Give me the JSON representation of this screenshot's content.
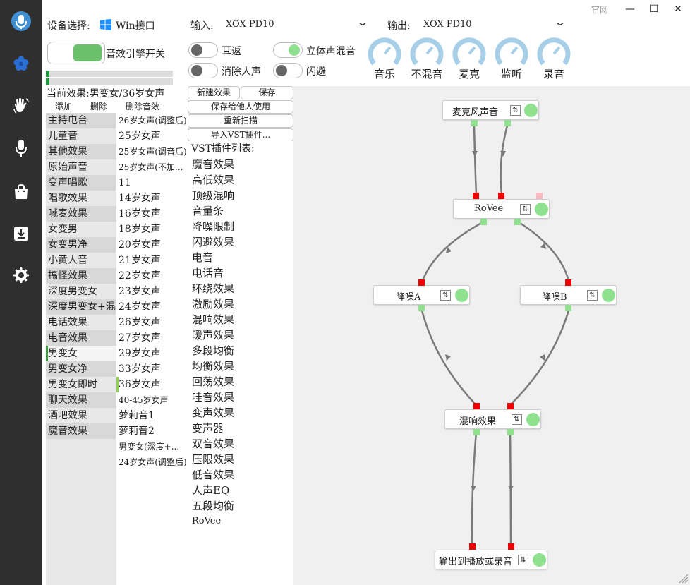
{
  "window": {
    "official_site": "官网",
    "minimize": "—",
    "maximize": "☐",
    "close": "✕"
  },
  "device": {
    "label": "设备选择:",
    "value": "Win接口",
    "input_label": "输入:",
    "input_value": "XOX PD10",
    "output_label": "输出:",
    "output_value": "XOX PD10"
  },
  "engine": {
    "label": "音效引擎开关",
    "on": true
  },
  "meters": [
    0.03,
    0.03
  ],
  "switches": [
    {
      "label": "耳返",
      "on": false
    },
    {
      "label": "立体声混音",
      "on": true
    },
    {
      "label": "消除人声",
      "on": false
    },
    {
      "label": "闪避",
      "on": false
    }
  ],
  "knobs": [
    {
      "label": "音乐"
    },
    {
      "label": "不混音"
    },
    {
      "label": "麦克"
    },
    {
      "label": "监听"
    },
    {
      "label": "录音"
    }
  ],
  "current_effect": "当前效果:男变女/36岁女声",
  "effect_actions": {
    "add": "添加",
    "delete": "删除",
    "delete_effect": "删除音效"
  },
  "categories": [
    "主持电台",
    "儿童音",
    "其他效果",
    "原始声音",
    "变声唱歌",
    "唱歌效果",
    "喊麦效果",
    "女变男",
    "女变男净",
    "小黄人音",
    "搞怪效果",
    "深度男变女",
    "深度男变女+混响",
    "电话效果",
    "电音效果",
    "男变女",
    "男变女净",
    "男变女即时",
    "聊天效果",
    "酒吧效果",
    "魔音效果"
  ],
  "selected_category": "男变女",
  "presets": [
    "26岁女声(调整后)",
    "25岁女声",
    "25岁女声(调音后)",
    "25岁女声(不加...",
    "11",
    "14岁女声",
    "16岁女声",
    "18岁女声",
    "20岁女声",
    "21岁女声",
    "22岁女声",
    "23岁女声",
    "24岁女声",
    "26岁女声",
    "27岁女声",
    "29岁女声",
    "33岁女声",
    "36岁女声",
    "40-45岁女声",
    "萝莉音1",
    "萝莉音2",
    "男变女(深度+...",
    "24岁女声(调整后)"
  ],
  "selected_preset": "36岁女声",
  "buttons": {
    "new_effect": "新建效果",
    "save": "保存",
    "save_share": "保存给他人使用",
    "rescan": "重新扫描",
    "import_vst": "导入VST插件..."
  },
  "vst": {
    "header": "VST插件列表:",
    "items": [
      "魔音效果",
      "高低效果",
      "顶级混响",
      "音量条",
      "降噪限制",
      "闪避效果",
      "电音",
      "电话音",
      "环绕效果",
      "激励效果",
      "混响效果",
      "暖声效果",
      "多段均衡",
      "均衡效果",
      "回荡效果",
      "哇音效果",
      "变声效果",
      "变声器",
      "双音效果",
      "压限效果",
      "低音效果",
      "人声EQ",
      "五段均衡",
      "RoVee"
    ]
  },
  "graph": {
    "nodes": {
      "mic": "麦克风声音",
      "rovee": "RoVee",
      "denoise_a": "降噪A",
      "denoise_b": "降噪B",
      "reverb": "混响效果",
      "output": "输出到播放或录音"
    }
  },
  "colors": {
    "nav_bg": "#2f2f2f",
    "accent_green": "#8fe08f",
    "port_red": "#e00000",
    "knob_blue": "#a8cfe8"
  }
}
